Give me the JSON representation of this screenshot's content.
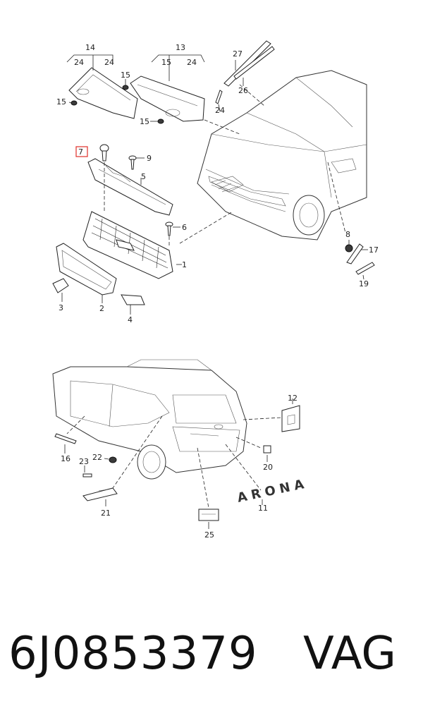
{
  "diagram": {
    "callouts": {
      "c1": "1",
      "c2": "2",
      "c3": "3",
      "c4": "4",
      "c5": "5",
      "c6": "6",
      "c7": "7",
      "c8": "8",
      "c9": "9",
      "c11": "11",
      "c12": "12",
      "c13": "13",
      "c14": "14",
      "c15a": "15",
      "c15b": "15",
      "c15c": "15",
      "c16": "16",
      "c17": "17",
      "c19": "19",
      "c20": "20",
      "c21": "21",
      "c22": "22",
      "c23": "23",
      "c24a": "24",
      "c24b": "24",
      "c24c": "24",
      "c25": "25",
      "c26": "26",
      "c27": "27"
    },
    "emblem_text": "ARONA",
    "highlighted_callout": "7",
    "highlight_color": "#e0302a"
  },
  "footer": {
    "part_number": "6J0853379",
    "brand": "VAG"
  }
}
